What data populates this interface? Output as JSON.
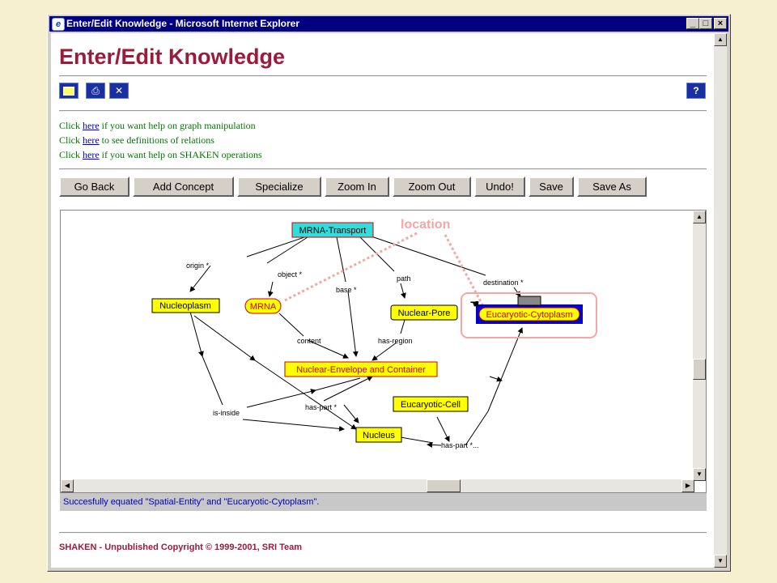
{
  "window": {
    "title": "Enter/Edit Knowledge - Microsoft Internet Explorer"
  },
  "page": {
    "heading": "Enter/Edit Knowledge"
  },
  "toolbar_icons": [
    "page-icon",
    "print-icon",
    "close-icon",
    "help-icon"
  ],
  "help_links": [
    {
      "prefix": "Click ",
      "link": "here",
      "suffix": " if you want help on graph manipulation"
    },
    {
      "prefix": "Click ",
      "link": "here",
      "suffix": " to see definitions of relations"
    },
    {
      "prefix": "Click ",
      "link": "here",
      "suffix": " if you want help on SHAKEN operations"
    }
  ],
  "buttons": {
    "go_back": "Go Back",
    "add_concept": "Add Concept",
    "specialize": "Specialize",
    "zoom_in": "Zoom In",
    "zoom_out": "Zoom Out",
    "undo": "Undo!",
    "save": "Save",
    "save_as": "Save As"
  },
  "graph": {
    "nodes": {
      "mrna_transport": "MRNA-Transport",
      "nucleoplasm": "Nucleoplasm",
      "mrna": "MRNA",
      "nuclear_pore": "Nuclear-Pore",
      "eucaryotic_cytoplasm": "Eucaryotic-Cytoplasm",
      "nuclear_envelope": "Nuclear-Envelope and Container",
      "eucaryotic_cell": "Eucaryotic-Cell",
      "nucleus": "Nucleus"
    },
    "edges": {
      "origin": "origin *",
      "object": "object *",
      "base": "base *",
      "path": "path",
      "destination": "destination *",
      "content": "content",
      "has_region": "has-region",
      "is_inside": "is-inside",
      "has_part": "has-part *",
      "has_part2": "has-part *..."
    },
    "annotation": "location"
  },
  "status": "Succesfully equated \"Spatial-Entity\" and \"Eucaryotic-Cytoplasm\".",
  "footer": "SHAKEN - Unpublished Copyright © 1999-2001, SRI Team",
  "colors": {
    "heading": "#9b1b3a",
    "node_fill": "#ffff00",
    "root_fill": "#33dddd",
    "selection": "#0000cc",
    "annotation": "#f4a6a6"
  }
}
